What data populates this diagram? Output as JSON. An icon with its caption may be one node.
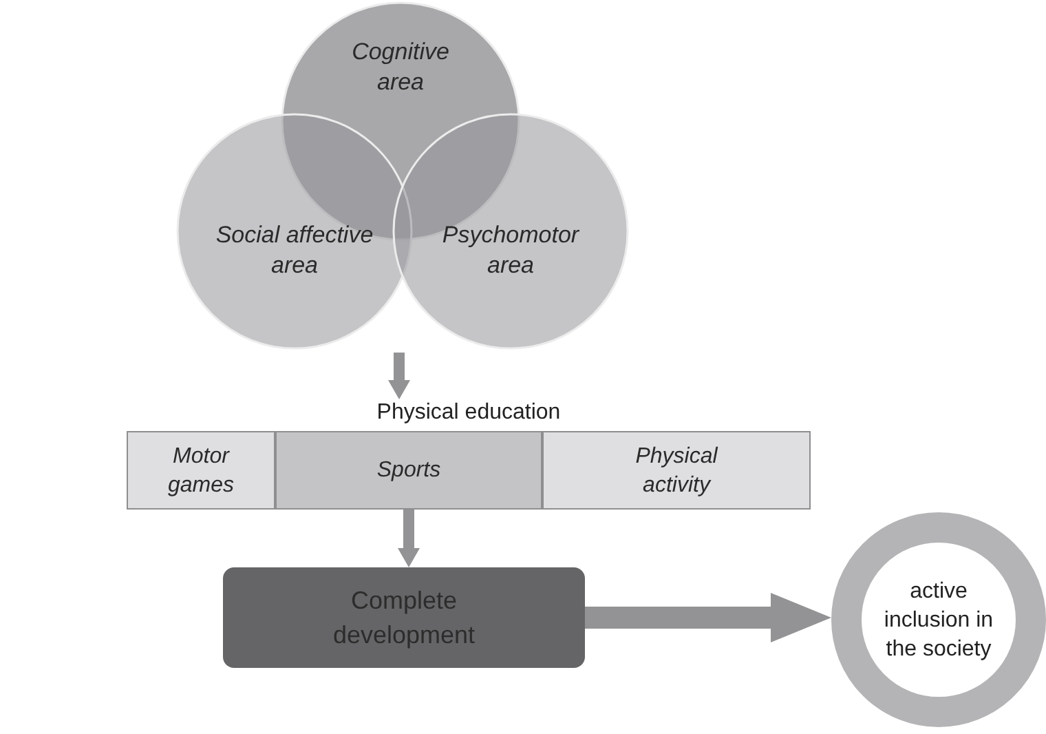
{
  "diagram": {
    "nodes": [
      {
        "text": [
          "Cognitive area"
        ]
      },
      {
        "text": [
          "Social affective area"
        ]
      },
      {
        "text": [
          "Psychomotor area"
        ]
      },
      {
        "text": [
          "Physical education"
        ]
      },
      {
        "text": [
          "Motor games"
        ],
        "in": 3
      },
      {
        "text": [
          "Sports"
        ],
        "in": 3
      },
      {
        "text": [
          "Physical activity"
        ],
        "in": 3
      },
      {
        "text": [
          "Complete development"
        ]
      },
      {
        "text": [
          "active inclusion in the society"
        ]
      }
    ],
    "edges": [
      {
        "from": null,
        "to": 3,
        "arrow": "to"
      },
      {
        "from": 5,
        "to": 7,
        "arrow": "to"
      },
      {
        "from": 7,
        "to": 8,
        "arrow": "to",
        "style": "thick"
      }
    ]
  }
}
